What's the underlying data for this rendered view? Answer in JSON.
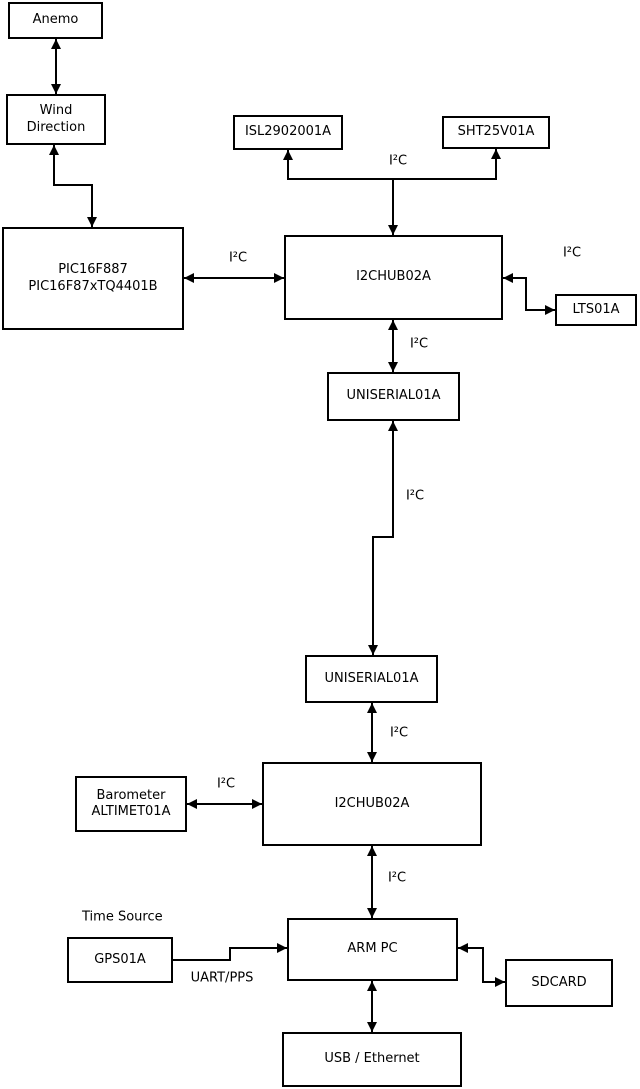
{
  "diagram": {
    "background_color": "#ffffff",
    "line_color": "#000000",
    "nodes": {
      "anemo": {
        "label": "Anemo"
      },
      "wind_direction": {
        "label": "Wind\nDirection"
      },
      "pic": {
        "label": "PIC16F887\nPIC16F87xTQ4401B"
      },
      "isl": {
        "label": "ISL2902001A"
      },
      "sht": {
        "label": "SHT25V01A"
      },
      "i2c_hub_1": {
        "label": "I2CHUB02A"
      },
      "lts": {
        "label": "LTS01A"
      },
      "uniserial_1": {
        "label": "UNISERIAL01A"
      },
      "uniserial_2": {
        "label": "UNISERIAL01A"
      },
      "i2c_hub_2": {
        "label": "I2CHUB02A"
      },
      "barometer": {
        "label": "Barometer\nALTIMET01A"
      },
      "gps": {
        "label": "GPS01A"
      },
      "arm_pc": {
        "label": "ARM PC"
      },
      "sdcard": {
        "label": "SDCARD"
      },
      "usb_ethernet": {
        "label": "USB / Ethernet"
      }
    },
    "edge_labels": {
      "i2c": "I²C",
      "uart_pps": "UART/PPS",
      "time_source": "Time Source"
    }
  }
}
